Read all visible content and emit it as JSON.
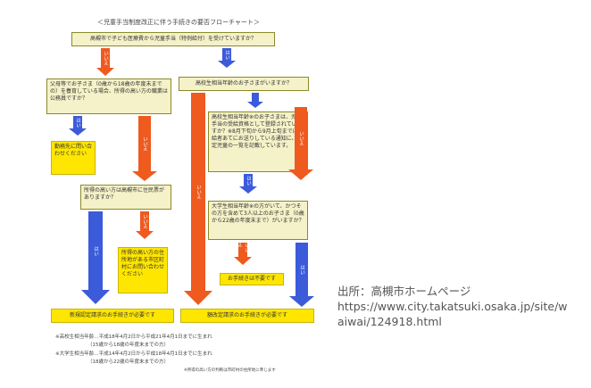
{
  "title": "＜児童手当制度改正に伴う手続きの要否フローチャート＞",
  "boxes": {
    "q_top": "高槻市で子ども医療費から児童手当（特例給付）を受けていますか？",
    "q_parents": "父母等でお子さま（0歳から18歳の年度末までの）を養育している場合、所得の高い方の職業は公務員ですか？",
    "q_hs_age": "高校生相当年齢のお子さまがいますか？",
    "q_hs_detail": "高校生相当年齢※のお子さまは、児童手当の受給資格として登録されていますか？※8月下旬から9月上旬までに受給者あてにお送りしている通知に、認定児童の一覧を記載しています。",
    "a_workplace": "勤務先に問い合わせください",
    "q_income_person": "所得の高い方は高槻市に住民票がありますか？",
    "a_contact_city": "所得の高い方の住所地がある市区町村にお問い合わせください",
    "q_college": "大学生相当年齢※の方がいて、かつその方を含めて3人以上のお子さま（0歳から22歳の年度末まで）がいますか？",
    "a_not_needed": "お手続きは不要です",
    "a_new_claim": "新規認定請求のお手続きが必要です",
    "a_change_claim": "額改定請求のお手続きが必要です"
  },
  "arrow_labels": {
    "yes": "はい",
    "no": "いいえ"
  },
  "notes": {
    "n1": "※高校生相当年齢…平成18年4月2日から平成21年4月1日までに生まれ",
    "n1b": "（15歳から18歳の年度末までの方）",
    "n2": "※大学生相当年齢…平成14年4月2日から平成18年4月1日までに生まれ",
    "n2b": "（18歳から22歳の年度末までの方）",
    "n3": "※所得の高い方の判断は市町村の住所地に準じます"
  },
  "source": {
    "line1": "出所：高槻市ホームページ",
    "line2": "https://www.city.takatsuki.osaka.jp/site/w",
    "line3": "aiwai/124918.html"
  },
  "colors": {
    "red_arrow": "#ef5a1f",
    "blue_arrow": "#3b5bdb",
    "yellow_box": "#ffe600",
    "cream_box": "#f5f1c8"
  }
}
